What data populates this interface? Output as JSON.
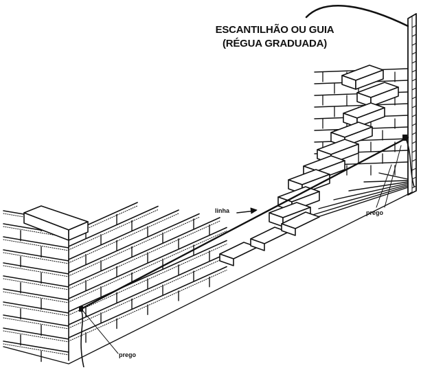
{
  "diagram": {
    "title_line1": "ESCANTILHÃO OU GUIA",
    "title_line2": "(RÉGUA GRADUADA)",
    "labels": {
      "line": "linha",
      "nail_right": "prego",
      "nail_left": "prego"
    },
    "colors": {
      "ink": "#111111",
      "background": "#ffffff"
    }
  }
}
